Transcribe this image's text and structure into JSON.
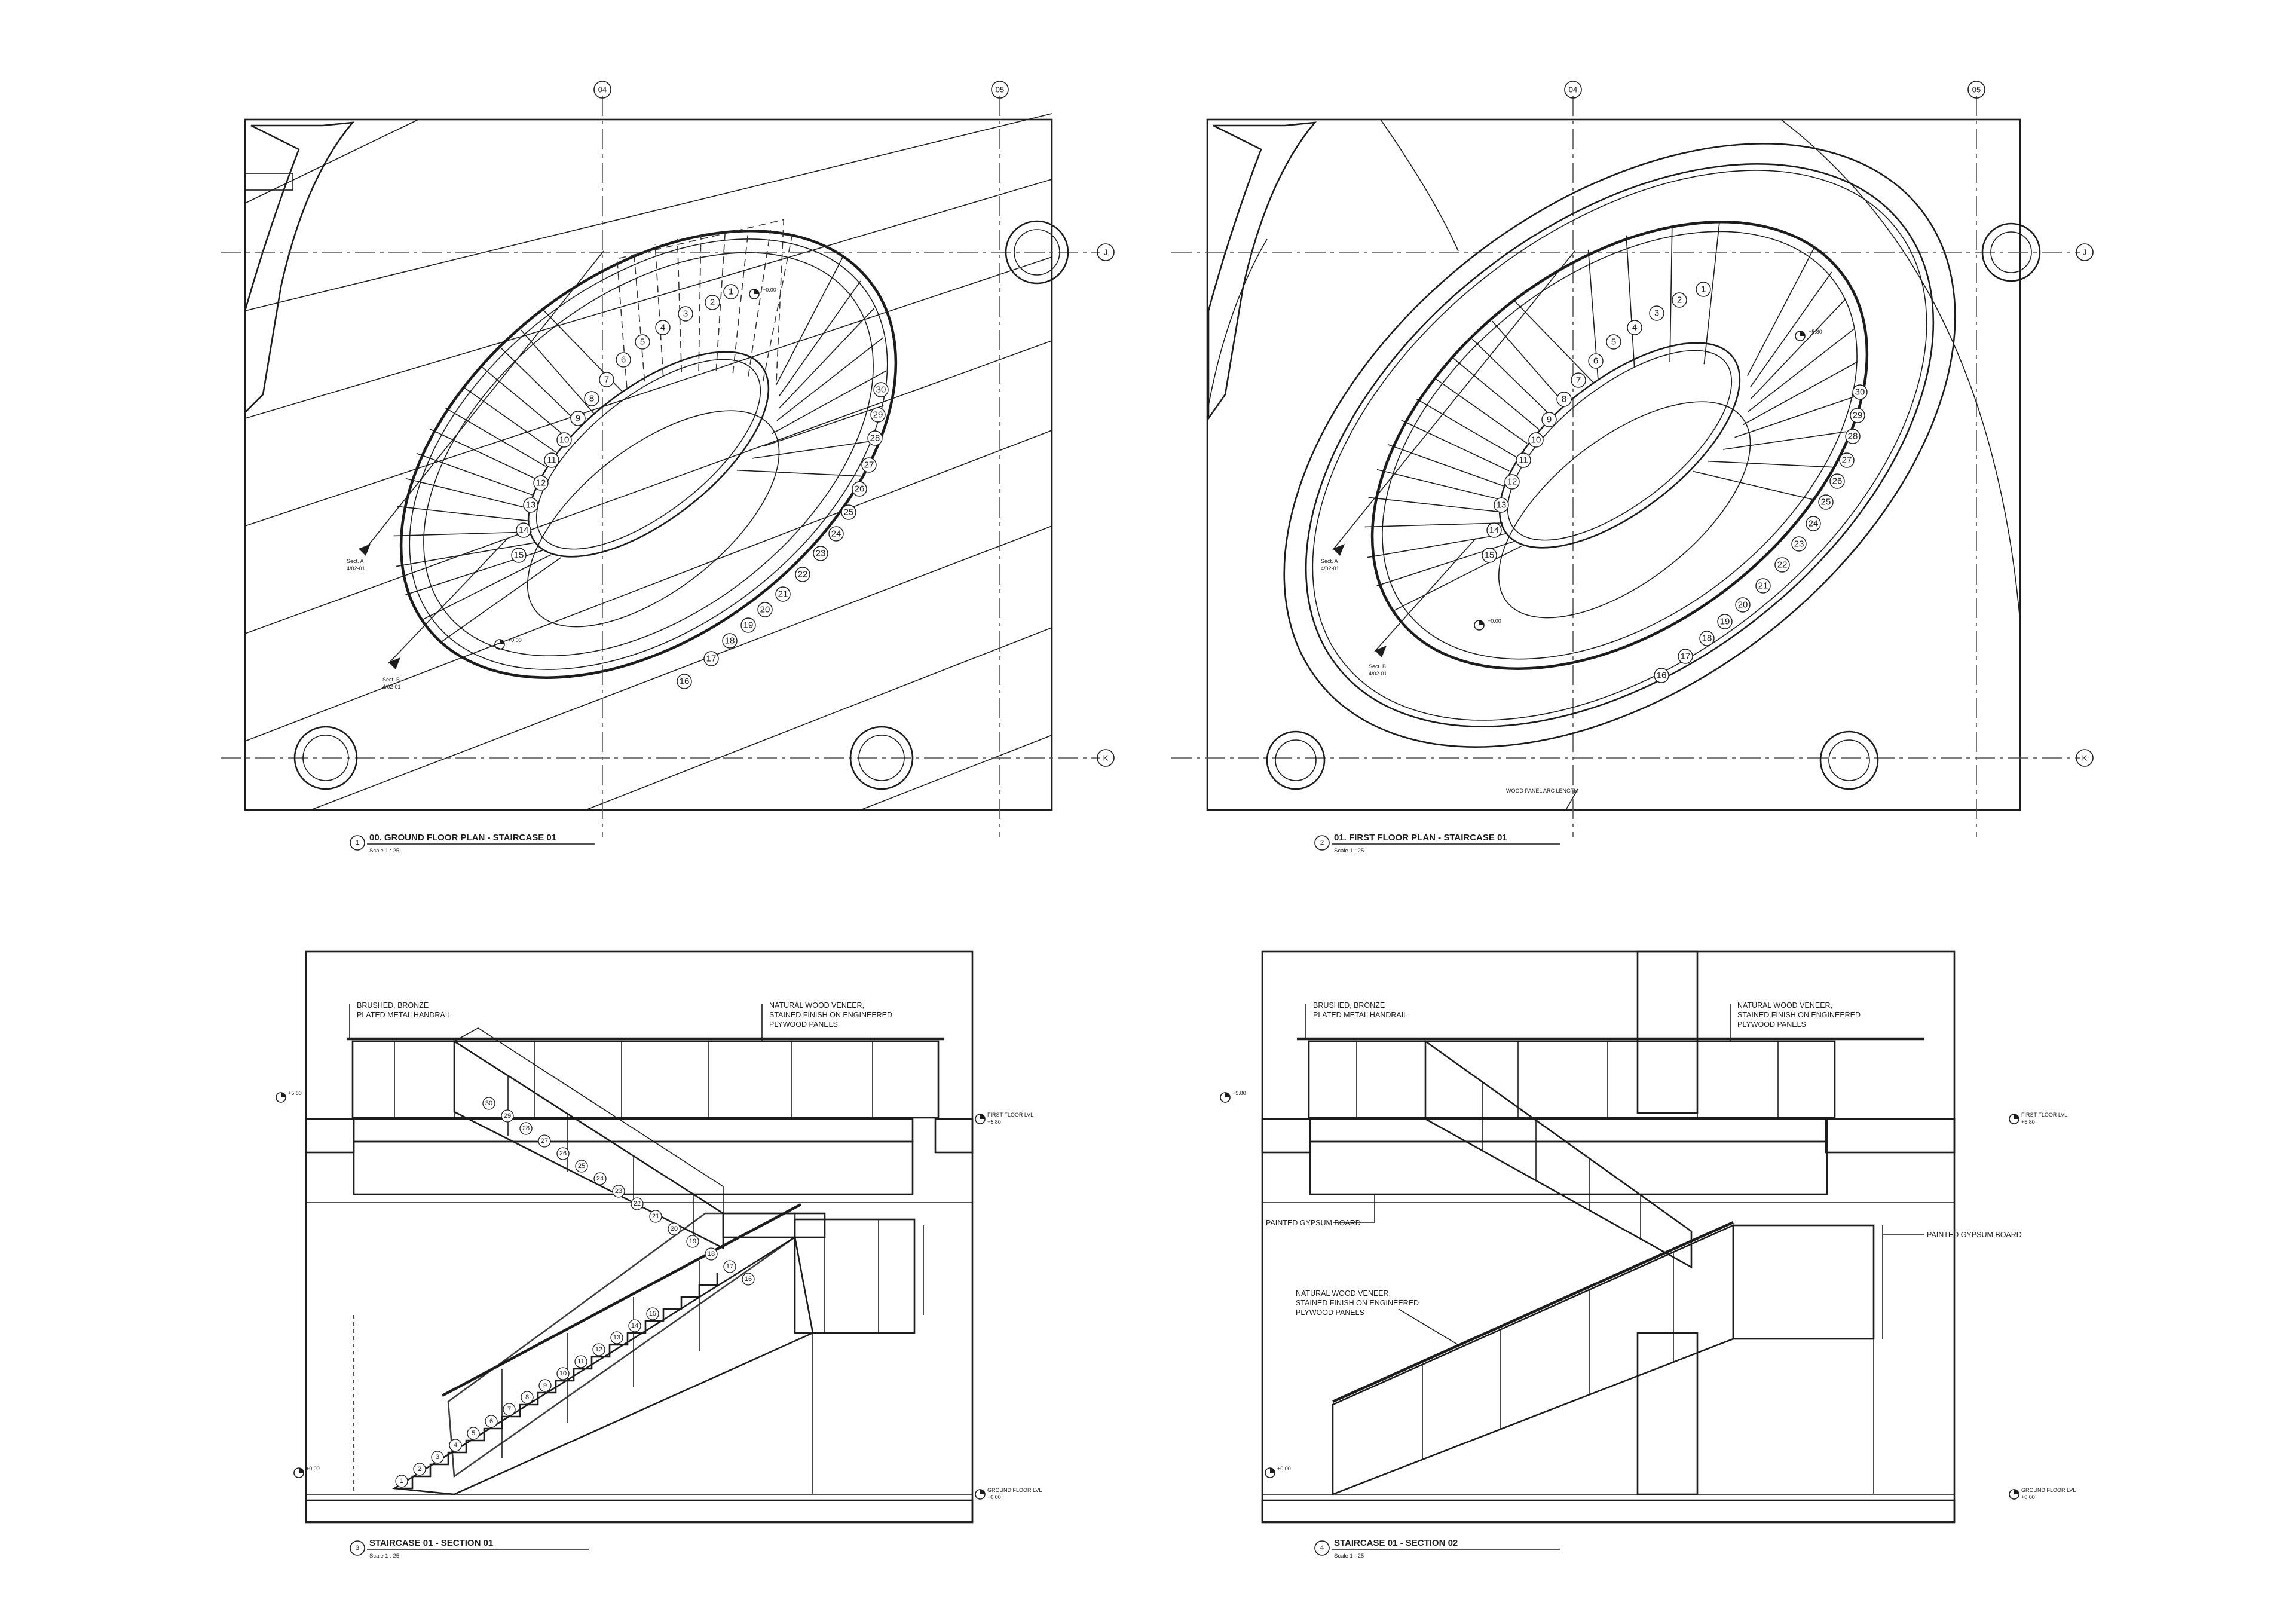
{
  "sheet": {
    "grid_lines": {
      "col_a": "04",
      "col_b": "05",
      "row_a": "J",
      "row_b": "K"
    },
    "levels": {
      "ground_plan": "+0.00",
      "first_plan": "+5.80",
      "first_plan_low": "+0.00",
      "section_upper": "+5.80",
      "section_lower": "+0.00"
    },
    "section_markers": {
      "a": {
        "label": "Sect. A",
        "ref": "4/02-01"
      },
      "b": {
        "label": "Sect. B",
        "ref": "4/02-01"
      }
    },
    "level_labels": {
      "first_floor": "FIRST FLOOR LVL",
      "ground_floor": "GROUND FLOOR LVL"
    },
    "notes": {
      "handrail": [
        "BRUSHED, BRONZE",
        "PLATED METAL HANDRAIL"
      ],
      "veneer": [
        "NATURAL WOOD VENEER,",
        "STAINED FINISH ON ENGINEERED",
        "PLYWOOD PANELS"
      ],
      "gypsum_left": "PAINTED GYPSUM BOARD",
      "gypsum_right": "PAINTED GYPSUM BOARD",
      "veneer_lower": [
        "NATURAL WOOD VENEER,",
        "STAINED FINISH ON ENGINEERED",
        "PLYWOOD PANELS"
      ],
      "wood_panel": "WOOD PANEL ARC LENGTH"
    },
    "steps": [
      "1",
      "2",
      "3",
      "4",
      "5",
      "6",
      "7",
      "8",
      "9",
      "10",
      "11",
      "12",
      "13",
      "14",
      "15",
      "16",
      "17",
      "18",
      "19",
      "20",
      "21",
      "22",
      "23",
      "24",
      "25",
      "26",
      "27",
      "28",
      "29",
      "30"
    ],
    "section_steps": [
      "1",
      "2",
      "3",
      "4",
      "5",
      "6",
      "7",
      "8",
      "9",
      "10",
      "11",
      "12",
      "13",
      "14",
      "15",
      "16",
      "17",
      "18",
      "19",
      "20",
      "21",
      "22",
      "23",
      "24",
      "25",
      "26",
      "27",
      "28",
      "29",
      "30"
    ],
    "drawings": [
      {
        "num": "1",
        "title": "00. GROUND FLOOR PLAN - STAIRCASE 01",
        "scale": "Scale 1 : 25"
      },
      {
        "num": "2",
        "title": "01. FIRST FLOOR PLAN - STAIRCASE 01",
        "scale": "Scale 1 : 25"
      },
      {
        "num": "3",
        "title": "STAIRCASE 01 - SECTION 01",
        "scale": "Scale 1 : 25"
      },
      {
        "num": "4",
        "title": "STAIRCASE 01 - SECTION 02",
        "scale": "Scale 1 : 25"
      }
    ]
  }
}
